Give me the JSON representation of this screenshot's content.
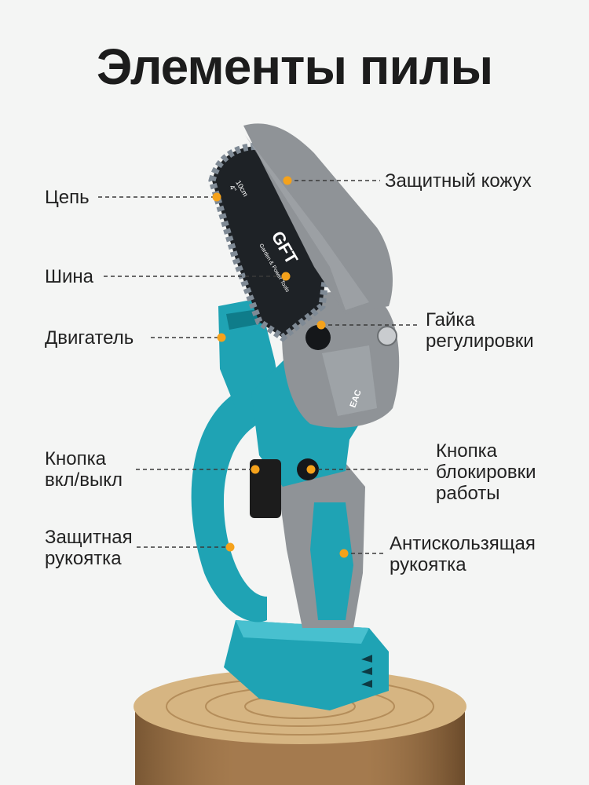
{
  "title": "Элементы пилы",
  "labels": {
    "chain": "Цепь",
    "bar": "Шина",
    "motor": "Двигатель",
    "power_button_line1": "Кнопка",
    "power_button_line2": "вкл/выкл",
    "guard_handle_line1": "Защитная",
    "guard_handle_line2": "рукоятка",
    "cover": "Защитный кожух",
    "nut_line1": "Гайка",
    "nut_line2": "регулировки",
    "lock_line1": "Кнопка",
    "lock_line2": "блокировки",
    "lock_line3": "работы",
    "grip_line1": "Антискользящая",
    "grip_line2": "рукоятка"
  },
  "product_markings": {
    "brand": "GFT",
    "bar_size": "4\"",
    "bar_size_cm": "10cm",
    "bar_tagline": "Garden & Power Tools",
    "cert_mark": "EAC"
  },
  "colors": {
    "accent_dot": "#f5a21b",
    "body_teal": "#1fa3b4",
    "body_gray": "#8f9397",
    "wood": "#c4a06c"
  }
}
